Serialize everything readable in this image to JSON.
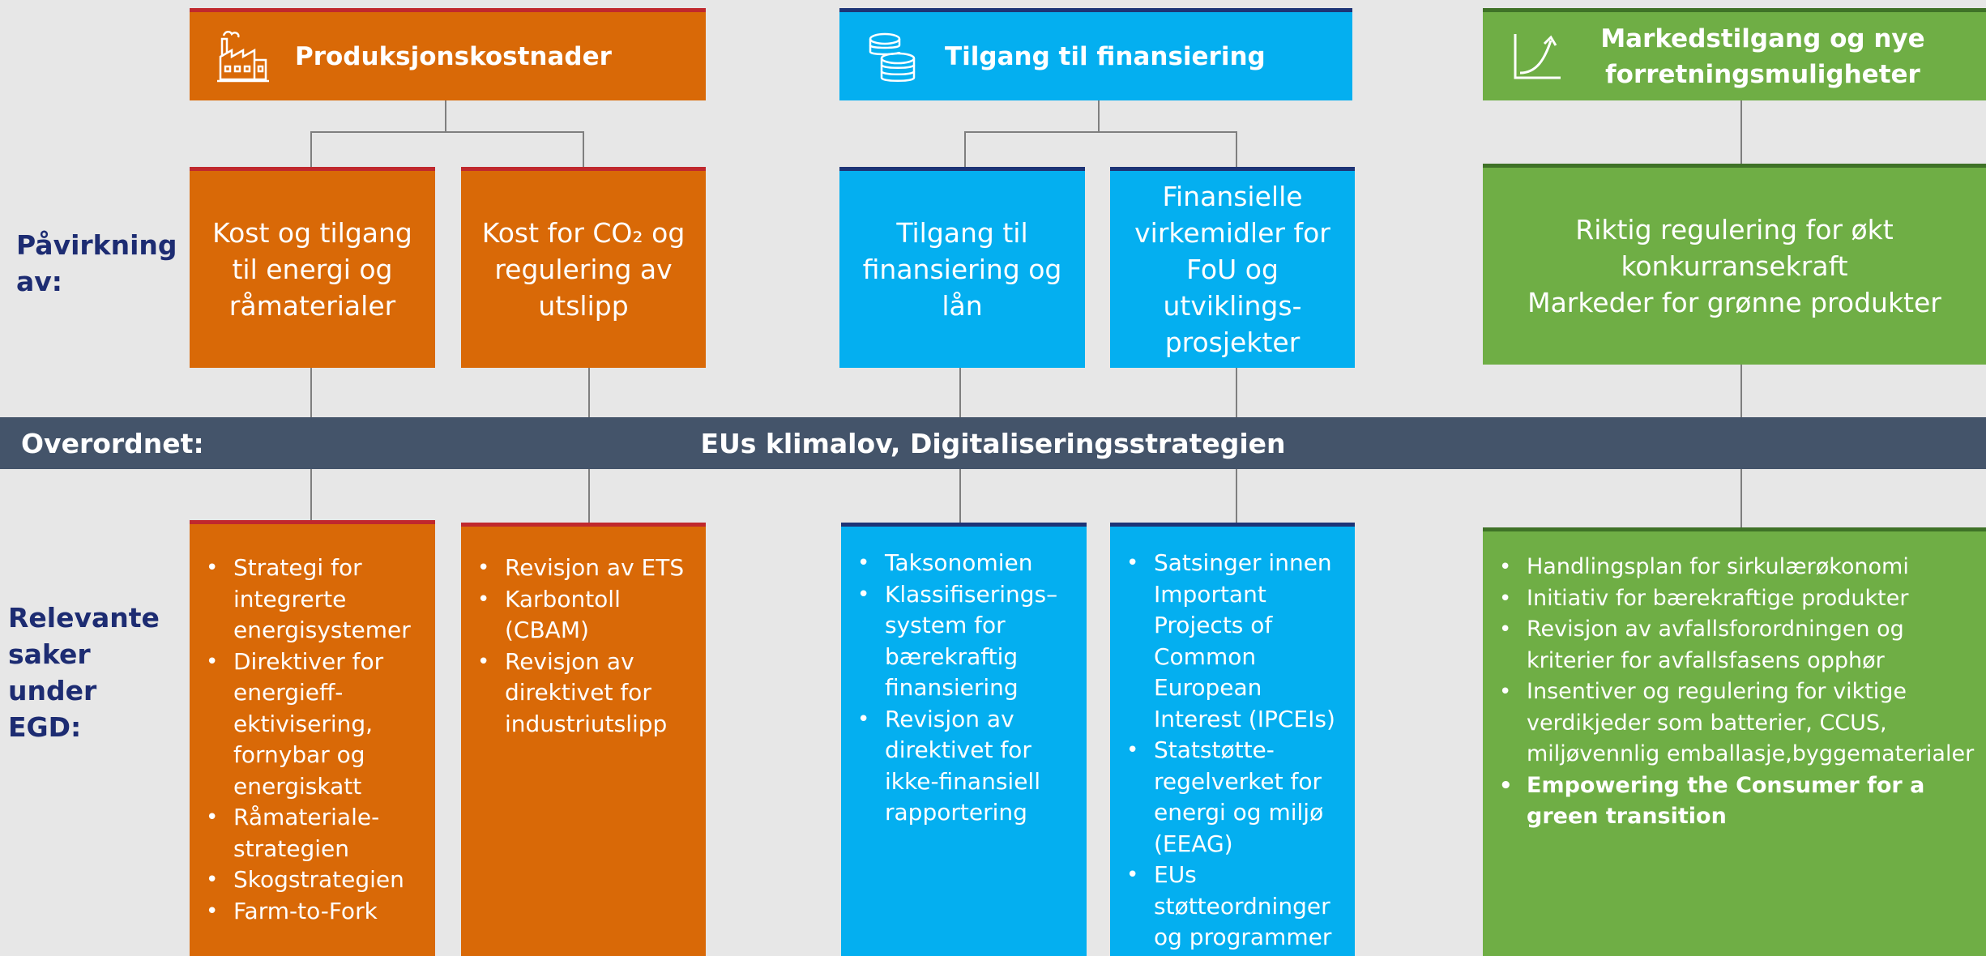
{
  "labels": {
    "pavirkning": "Påvirkning av:",
    "relevante": "Relevante saker under EGD:"
  },
  "band": {
    "label": "Overordnet:",
    "text": "EUs klimalov, Digitaliseringsstrategien"
  },
  "columns": [
    {
      "header": "Produksjonskostnader",
      "icon": "factory-icon",
      "color": "#d96907",
      "boxes": [
        {
          "text": "Kost og tilgang til energi og råmaterialer",
          "items": [
            "Strategi for integrerte energisystemer",
            "Direktiver for energieff-ektivisering, fornybar og energiskatt",
            "Råmateriale-strategien",
            "Skogstrategien",
            "Farm-to-Fork"
          ]
        },
        {
          "text": "Kost for CO₂ og regulering av utslipp",
          "items": [
            "Revisjon av ETS",
            "Karbontoll (CBAM)",
            "Revisjon av direktivet for industriutslipp"
          ]
        }
      ]
    },
    {
      "header": "Tilgang til finansiering",
      "icon": "coins-icon",
      "color": "#04aff0",
      "boxes": [
        {
          "text": "Tilgang til finansiering og lån",
          "items": [
            "Taksonomien",
            "Klassifiserings– system for bærekraftig finansiering",
            "Revisjon av direktivet for ikke-finansiell rapportering"
          ]
        },
        {
          "text": "Finansielle virkemidler for FoU og utviklings-prosjekter",
          "items": [
            "Satsinger innen Important Projects of Common European Interest (IPCEIs)",
            "Statstøtte-regelverket for energi og miljø (EEAG)",
            "EUs støtteordninger og programmer"
          ]
        }
      ]
    },
    {
      "header": "Markedstilgang og nye forretningsmuligheter",
      "icon": "growth-chart-icon",
      "color": "#6fae45",
      "boxes": [
        {
          "text_lines": [
            "Riktig regulering for økt konkurransekraft",
            "Markeder for grønne produkter"
          ],
          "items": [
            "Handlingsplan for sirkulærøkonomi",
            "Initiativ for bærekraftige produkter",
            "Revisjon av avfallsforordningen og kriterier for avfallsfasens opphør",
            "Insentiver og regulering for viktige verdikjeder som batterier, CCUS, miljøvennlig emballasje,byggematerialer"
          ],
          "bold_item": "Empowering the Consumer for a green transition"
        }
      ]
    }
  ]
}
